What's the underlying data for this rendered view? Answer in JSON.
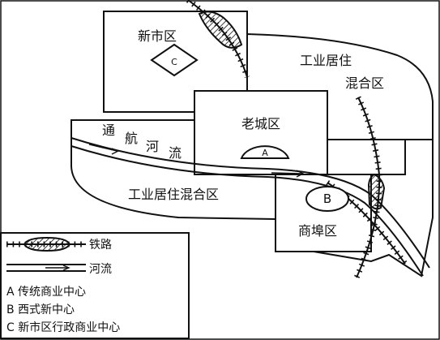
{
  "zones": {
    "new_city": "新市区",
    "old_city": "老城区",
    "commercial_port": "商埠区",
    "industrial_residential_east_line1": "工业居住",
    "industrial_residential_east_line2": "混合区",
    "industrial_residential_south": "工业居住混合区"
  },
  "river": {
    "label_chars": [
      "通",
      "航",
      "河",
      "流"
    ]
  },
  "markers": {
    "A": "A",
    "B": "B",
    "C": "C"
  },
  "legend": {
    "railway": "铁路",
    "river": "河流",
    "note_a": "A  传统商业中心",
    "note_b": "B  西式新中心",
    "note_c": "C  新市区行政商业中心"
  }
}
